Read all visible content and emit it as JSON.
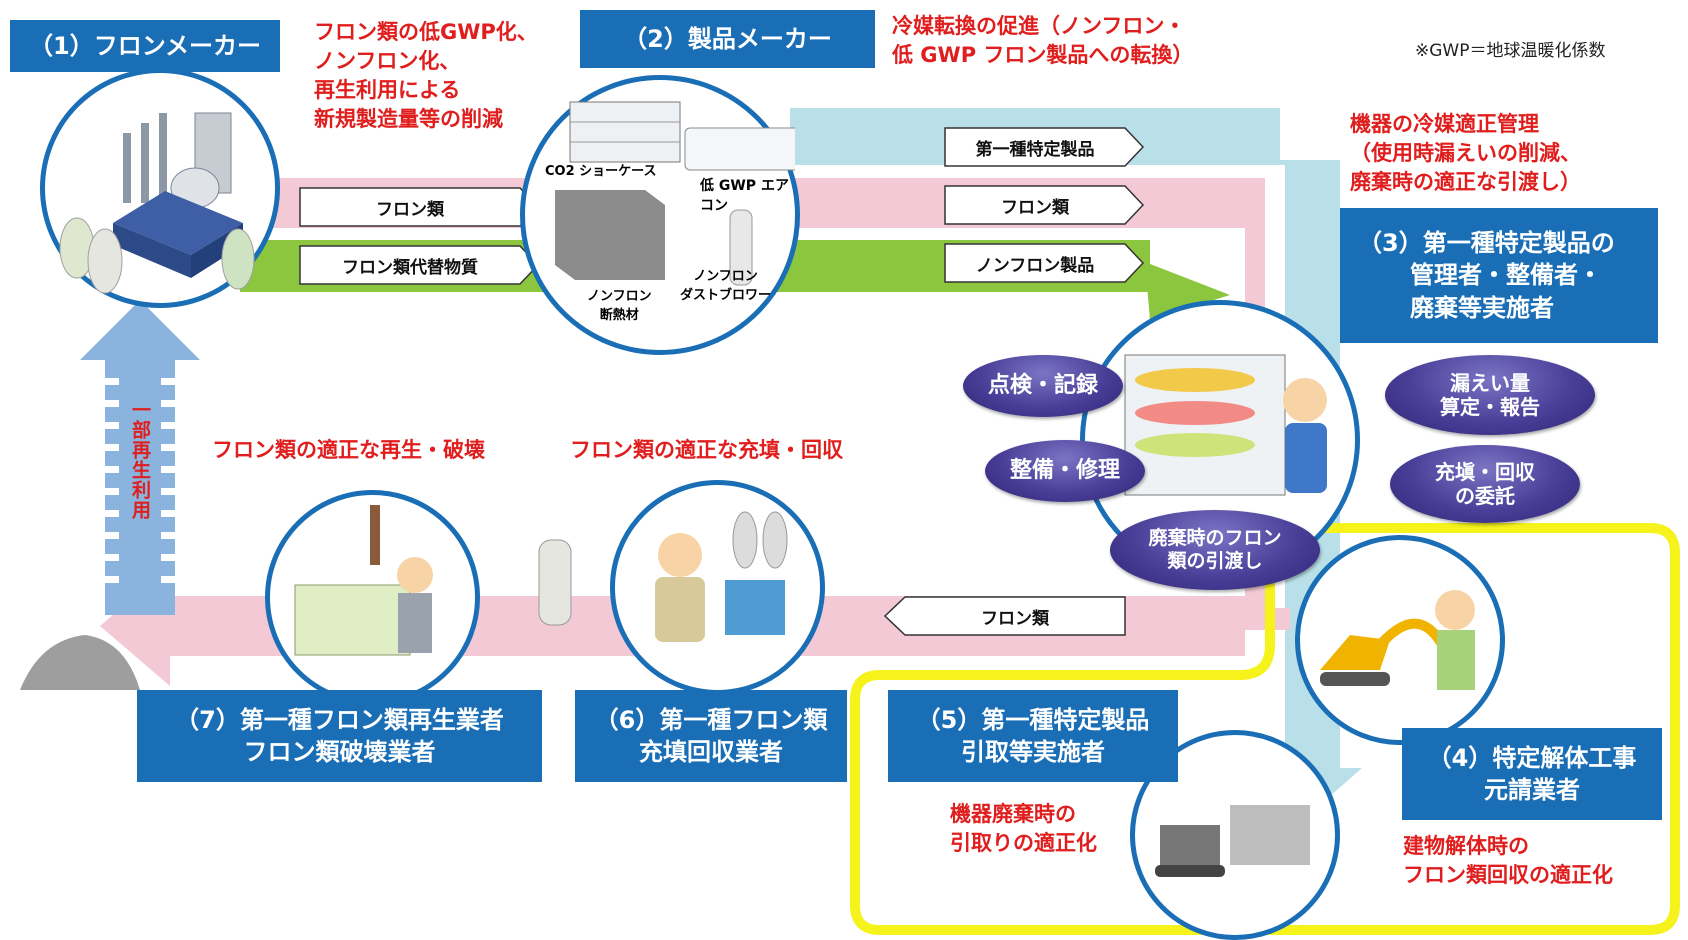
{
  "note": "※GWP＝地球温暖化係数",
  "actors": {
    "a1": "（1）フロンメーカー",
    "a2": "（2）製品メーカー",
    "a3": [
      "（3）第一種特定製品の",
      "管理者・整備者・",
      "廃棄等実施者"
    ],
    "a4": [
      "（4）特定解体工事",
      "元請業者"
    ],
    "a5": [
      "（5）第一種特定製品",
      "引取等実施者"
    ],
    "a6": [
      "（6）第一種フロン類",
      "充填回収業者"
    ],
    "a7": [
      "（7）第一種フロン類再生業者",
      "フロン類破壊業者"
    ]
  },
  "red_notes": {
    "r1": [
      "フロン類の低GWP化、",
      "ノンフロン化、",
      "再生利用による",
      "新規製造量等の削減"
    ],
    "r2": [
      "冷媒転換の促進（ノンフロン・",
      "低 GWP フロン製品への転換）"
    ],
    "r3": [
      "機器の冷媒適正管理",
      "（使用時漏えいの削減、",
      "廃棄時の適正な引渡し）"
    ],
    "r4": [
      "建物解体時の",
      "フロン類回収の適正化"
    ],
    "r5": [
      "機器廃棄時の",
      "引取りの適正化"
    ],
    "r6": "フロン類の適正な充填・回収",
    "r7": "フロン類の適正な再生・破壊"
  },
  "flow_labels": {
    "f1": "フロン類",
    "f2": "フロン類代替物質",
    "f3": "第一種特定製品",
    "f4": "フロン類",
    "f5": "ノンフロン製品",
    "f6": "フロン類"
  },
  "products": {
    "showcase": "CO2 ショーケース",
    "aircon": "低 GWP エアコン",
    "insulation": [
      "ノンフロン",
      "断熱材"
    ],
    "duster": [
      "ノンフロン",
      "ダストブロワー"
    ]
  },
  "pills": {
    "p1": "点検・記録",
    "p2": "整備・修理",
    "p3": [
      "漏えい量",
      "算定・報告"
    ],
    "p4": [
      "充塡・回収",
      "の委託"
    ],
    "p5": [
      "廃棄時のフロン",
      "類の引渡し"
    ]
  },
  "recycle": "一部再生利用",
  "colors": {
    "box_blue": "#1a6eb5",
    "note_red": "#e01e1e",
    "flow_pink": "#f2c9d4",
    "flow_green": "#8cc63f",
    "flow_lightblue": "#b9dfe8",
    "highlight_yellow": "#f5f21c"
  }
}
